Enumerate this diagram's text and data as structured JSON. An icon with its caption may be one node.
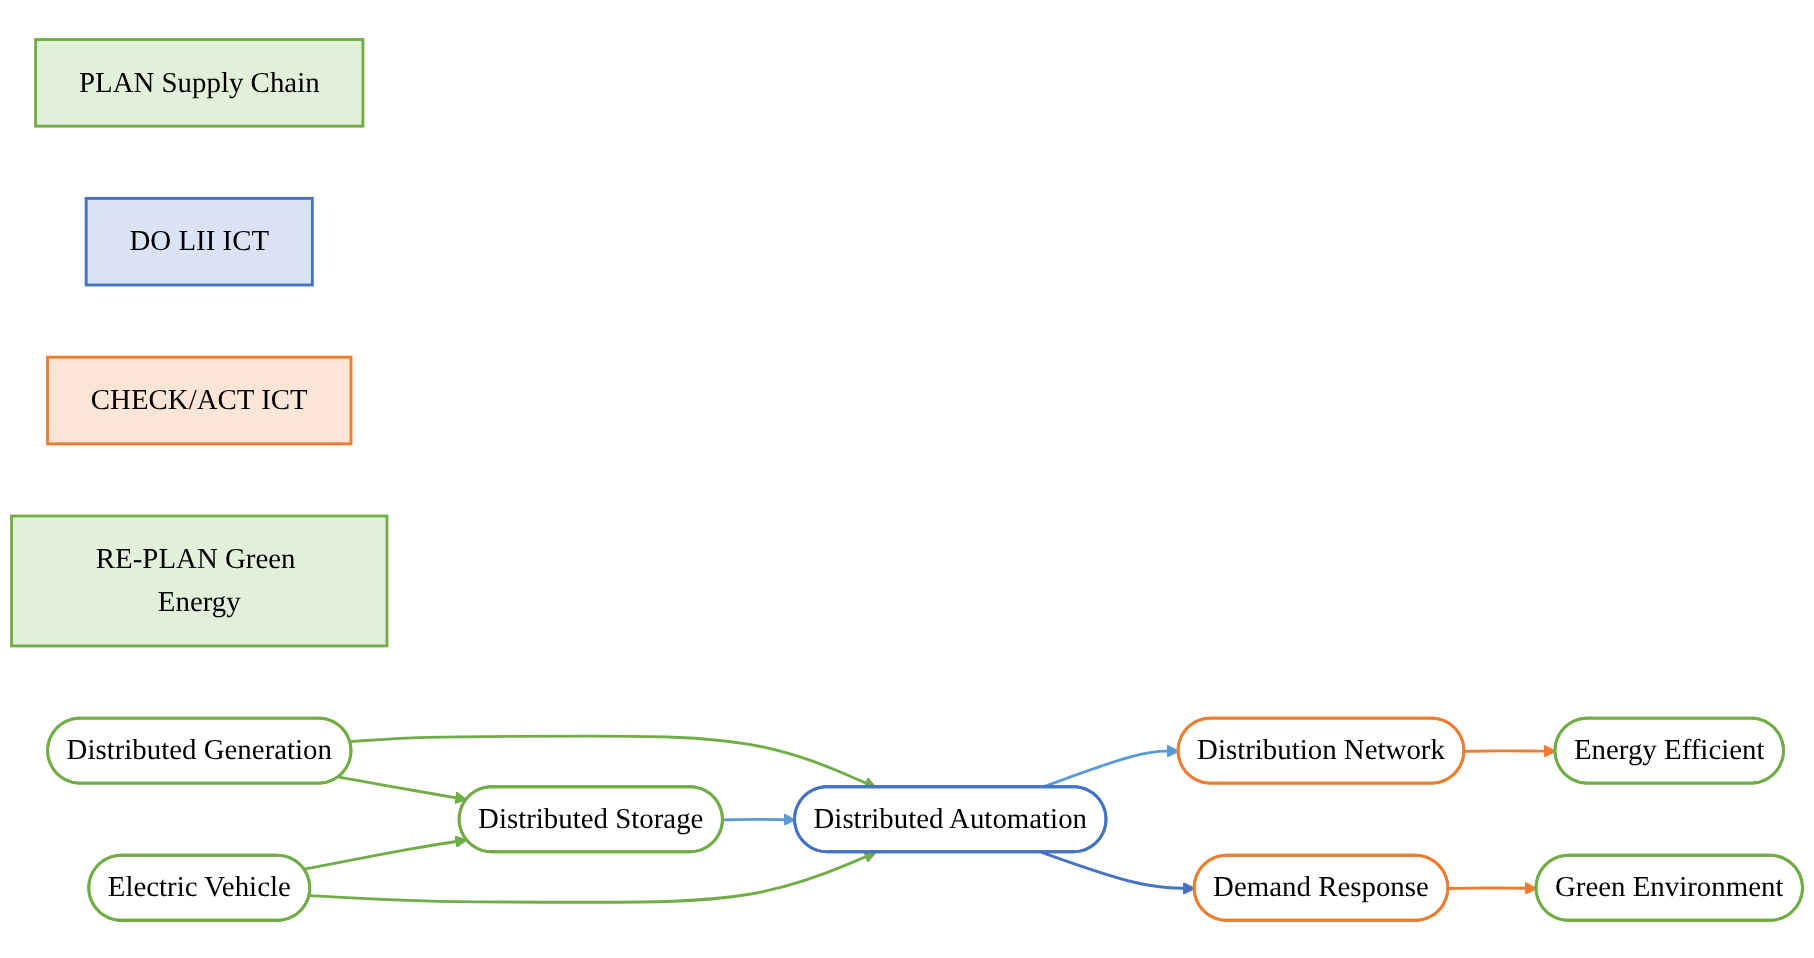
{
  "diagram": {
    "nodes": [
      {
        "text": [
          "PLAN Supply Chain"
        ]
      },
      {
        "text": [
          "DO LII ICT"
        ]
      },
      {
        "text": [
          "CHECK/ACT ICT"
        ]
      },
      {
        "text": [
          "RE-PLAN Green Energy"
        ]
      },
      {
        "text": [
          "Distributed Generation"
        ]
      },
      {
        "text": [
          "Distributed Storage"
        ]
      },
      {
        "text": [
          "Electric Vehicle"
        ]
      },
      {
        "text": [
          "Distributed Automation"
        ]
      },
      {
        "text": [
          "Distribution Network"
        ]
      },
      {
        "text": [
          "Energy Efficient"
        ]
      },
      {
        "text": [
          "Demand Response"
        ]
      },
      {
        "text": [
          "Green Environment"
        ]
      }
    ],
    "edges": [
      {
        "from": 4,
        "to": 5,
        "arrow": "to"
      },
      {
        "from": 4,
        "to": 7,
        "arrow": "to"
      },
      {
        "from": 5,
        "to": 7,
        "arrow": "to",
        "color": "#5b9bd5"
      },
      {
        "from": 6,
        "to": 5,
        "arrow": "to"
      },
      {
        "from": 6,
        "to": 7,
        "arrow": "to"
      },
      {
        "from": 7,
        "to": 8,
        "arrow": "to",
        "color": "#5b9bd5"
      },
      {
        "from": 7,
        "to": 10,
        "arrow": "to",
        "color": "#4472c4"
      },
      {
        "from": 8,
        "to": 9,
        "arrow": "to",
        "color": "#ed7d31"
      },
      {
        "from": 10,
        "to": 11,
        "arrow": "to",
        "color": "#ed7d31"
      }
    ]
  }
}
